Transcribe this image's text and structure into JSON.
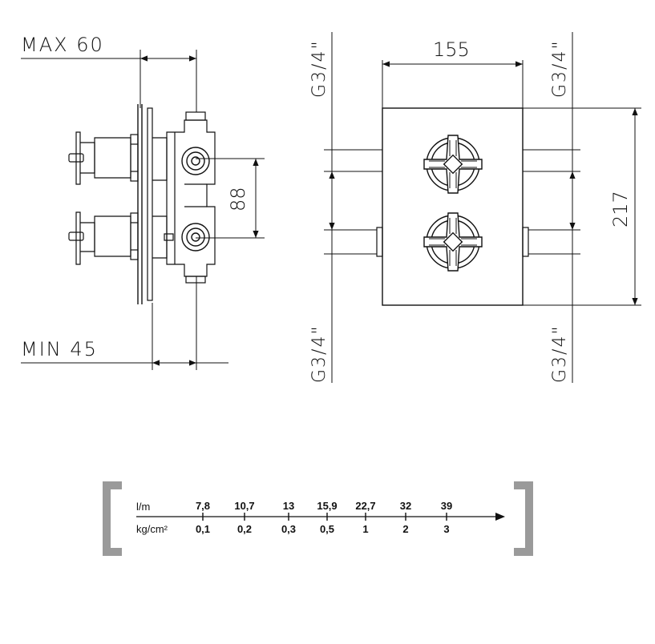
{
  "side_view": {
    "max_label": "MAX 60",
    "min_label": "MIN 45",
    "spacing_label": "88"
  },
  "front_view": {
    "width_label": "155",
    "height_label": "217",
    "port_top_left": "G3/4\"",
    "port_top_right": "G3/4\"",
    "port_bottom_left": "G3/4\"",
    "port_bottom_right": "G3/4\""
  },
  "flow_scale": {
    "colors": {
      "bracket": "#9a9a9a",
      "line": "#111111"
    },
    "row1_unit": "l/m",
    "row2_unit": "kg/cm²",
    "ticks": [
      {
        "flow": "7,8",
        "pressure": "0,1"
      },
      {
        "flow": "10,7",
        "pressure": "0,2"
      },
      {
        "flow": "13",
        "pressure": "0,3"
      },
      {
        "flow": "15,9",
        "pressure": "0,5"
      },
      {
        "flow": "22,7",
        "pressure": "1"
      },
      {
        "flow": "32",
        "pressure": "2"
      },
      {
        "flow": "39",
        "pressure": "3"
      }
    ]
  }
}
